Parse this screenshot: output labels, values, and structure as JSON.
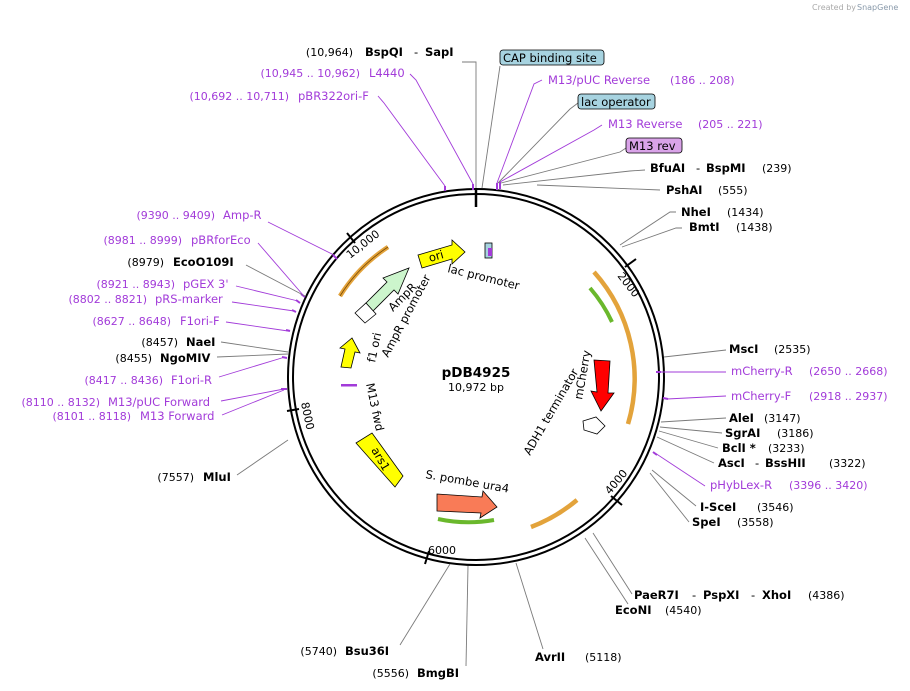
{
  "credit": {
    "created_by": "Created by",
    "app": "SnapGene"
  },
  "plasmid": {
    "name": "pDB4925",
    "size": "10,972 bp"
  },
  "ruler": [
    "2000",
    "4000",
    "6000",
    "8000",
    "10,000"
  ],
  "enzymes": [
    {
      "pos": "(10,964)",
      "name": "BspQI",
      "sep": "-",
      "name2": "SapI"
    },
    {
      "name": "BfuAI",
      "sep": "-",
      "name2": "BspMI",
      "pos": "(239)"
    },
    {
      "name": "PshAI",
      "pos": "(555)"
    },
    {
      "name": "NheI",
      "pos": "(1434)"
    },
    {
      "name": "BmtI",
      "pos": "(1438)"
    },
    {
      "name": "MscI",
      "pos": "(2535)"
    },
    {
      "name": "AleI",
      "pos": "(3147)"
    },
    {
      "name": "SgrAI",
      "pos": "(3186)"
    },
    {
      "name": "BclI *",
      "pos": "(3233)"
    },
    {
      "name": "AscI",
      "sep": "-",
      "name2": "BssHII",
      "pos": "(3322)"
    },
    {
      "name": "I-SceI",
      "pos": "(3546)"
    },
    {
      "name": "SpeI",
      "pos": "(3558)"
    },
    {
      "name": "PaeR7I",
      "sep": "-",
      "name2": "PspXI",
      "sep2": "-",
      "name3": "XhoI",
      "pos": "(4386)"
    },
    {
      "name": "EcoNI",
      "pos": "(4540)"
    },
    {
      "name": "AvrII",
      "pos": "(5118)"
    },
    {
      "pos": "(5740)",
      "name": "Bsu36I"
    },
    {
      "pos": "(5556)",
      "name": "BmgBI"
    },
    {
      "pos": "(7557)",
      "name": "MluI"
    },
    {
      "pos": "(8457)",
      "name": "NaeI"
    },
    {
      "pos": "(8455)",
      "name": "NgoMIV"
    },
    {
      "pos": "(8979)",
      "name": "EcoO109I"
    }
  ],
  "primers": [
    {
      "range": "(10,945 .. 10,962)",
      "name": "L4440"
    },
    {
      "range": "(10,692 .. 10,711)",
      "name": "pBR322ori-F"
    },
    {
      "name": "M13/pUC Reverse",
      "range": "(186 .. 208)"
    },
    {
      "name": "M13 Reverse",
      "range": "(205 .. 221)"
    },
    {
      "name": "mCherry-R",
      "range": "(2650 .. 2668)"
    },
    {
      "name": "mCherry-F",
      "range": "(2918 .. 2937)"
    },
    {
      "name": "pHybLex-R",
      "range": "(3396 .. 3420)"
    },
    {
      "range": "(9390 .. 9409)",
      "name": "Amp-R"
    },
    {
      "range": "(8981 .. 8999)",
      "name": "pBRforEco"
    },
    {
      "range": "(8921 .. 8943)",
      "name": "pGEX 3'"
    },
    {
      "range": "(8802 .. 8821)",
      "name": "pRS-marker"
    },
    {
      "range": "(8627 .. 8648)",
      "name": "F1ori-F"
    },
    {
      "range": "(8417 .. 8436)",
      "name": "F1ori-R"
    },
    {
      "range": "(8110 .. 8132)",
      "name": "M13/pUC Forward"
    },
    {
      "range": "(8101 .. 8118)",
      "name": "M13 Forward"
    }
  ],
  "boxed_features": [
    {
      "name": "CAP binding site",
      "color": "#a7d3e0"
    },
    {
      "name": "lac operator",
      "color": "#a7d3e0"
    },
    {
      "name": "M13 rev",
      "color": "#d9a3e8"
    }
  ],
  "inner_features": [
    {
      "name": "ori",
      "color": "#ffff00"
    },
    {
      "name": "lac promoter"
    },
    {
      "name": "AmpR",
      "color": "#ccf5cc"
    },
    {
      "name": "AmpR promoter"
    },
    {
      "name": "f1 ori",
      "color": "#ffff00"
    },
    {
      "name": "M13 fwd"
    },
    {
      "name": "ars1",
      "color": "#ffff00"
    },
    {
      "name": "S. pombe ura4",
      "color": "#f97b57"
    },
    {
      "name": "ADH1 terminator"
    },
    {
      "name": "mCherry",
      "color": "#ff0000"
    }
  ],
  "colors": {
    "primer": "#a23bd9",
    "orf": "#e3a33b",
    "orf_green": "#6ab82c"
  }
}
